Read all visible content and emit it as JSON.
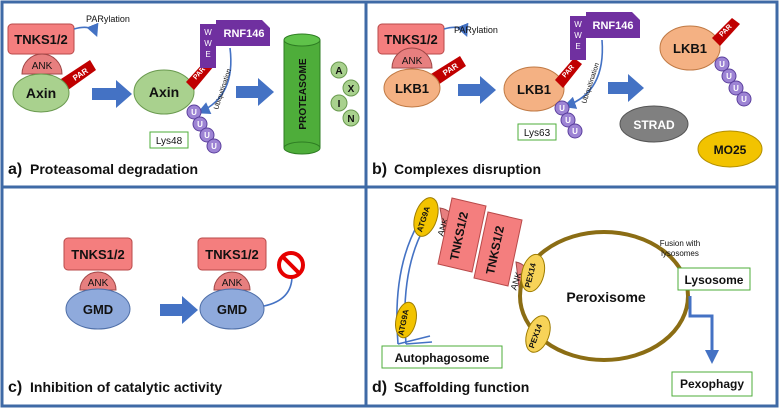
{
  "panels": {
    "a": {
      "letter": "a)",
      "caption": "Proteasomal degradation",
      "tnks": "TNKS1/2",
      "parylation": "PARylation",
      "ank": "ANK",
      "par": "PAR",
      "axin": "Axin",
      "rnf146": "RNF146",
      "wwe": [
        "W",
        "W",
        "E"
      ],
      "ubiquitination": "Ubiquitination",
      "ub": "U",
      "lys": "Lys48",
      "proteasome": "PROTEASOME",
      "fragments": [
        "A",
        "X",
        "I",
        "N"
      ]
    },
    "b": {
      "letter": "b)",
      "caption": "Complexes disruption",
      "tnks": "TNKS1/2",
      "parylation": "PARylation",
      "ank": "ANK",
      "par": "PAR",
      "lkb1": "LKB1",
      "rnf146": "RNF146",
      "wwe": [
        "W",
        "W",
        "E"
      ],
      "ubiquitination": "Ubiquitination",
      "ub": "U",
      "lys": "Lys63",
      "strad": "STRAD",
      "mo25": "MO25"
    },
    "c": {
      "letter": "c)",
      "caption": "Inhibition of catalytic activity",
      "tnks": "TNKS1/2",
      "ank": "ANK",
      "gmd": "GMD"
    },
    "d": {
      "letter": "d)",
      "caption": "Scaffolding function",
      "atg9a": "ATG9A",
      "ank": "ANK",
      "tnks": "TNKS1/2",
      "pex14": "PEX14",
      "peroxisome": "Peroxisome",
      "fusion": [
        "Fusion with",
        "lysosomes"
      ],
      "lysosome": "Lysosome",
      "autophagosome": "Autophagosome",
      "pexophagy": "Pexophagy"
    }
  },
  "colors": {
    "border": "#3f6aa6",
    "tnks": "#f47e7e",
    "ank": "#e77f7f",
    "par": "#c00000",
    "axin": "#a9d18e",
    "lkb1": "#f4b183",
    "gmd": "#8faadc",
    "rnf146": "#7030a0",
    "ub": "#9d84d4",
    "proteasome": "#4ead3a",
    "arrow": "#4472c4",
    "strad": "#808080",
    "mo25": "#f2c300",
    "pex14": "#f7d358",
    "peroxisome_ring": "#8b6d14",
    "no_sign": "#e60000"
  }
}
